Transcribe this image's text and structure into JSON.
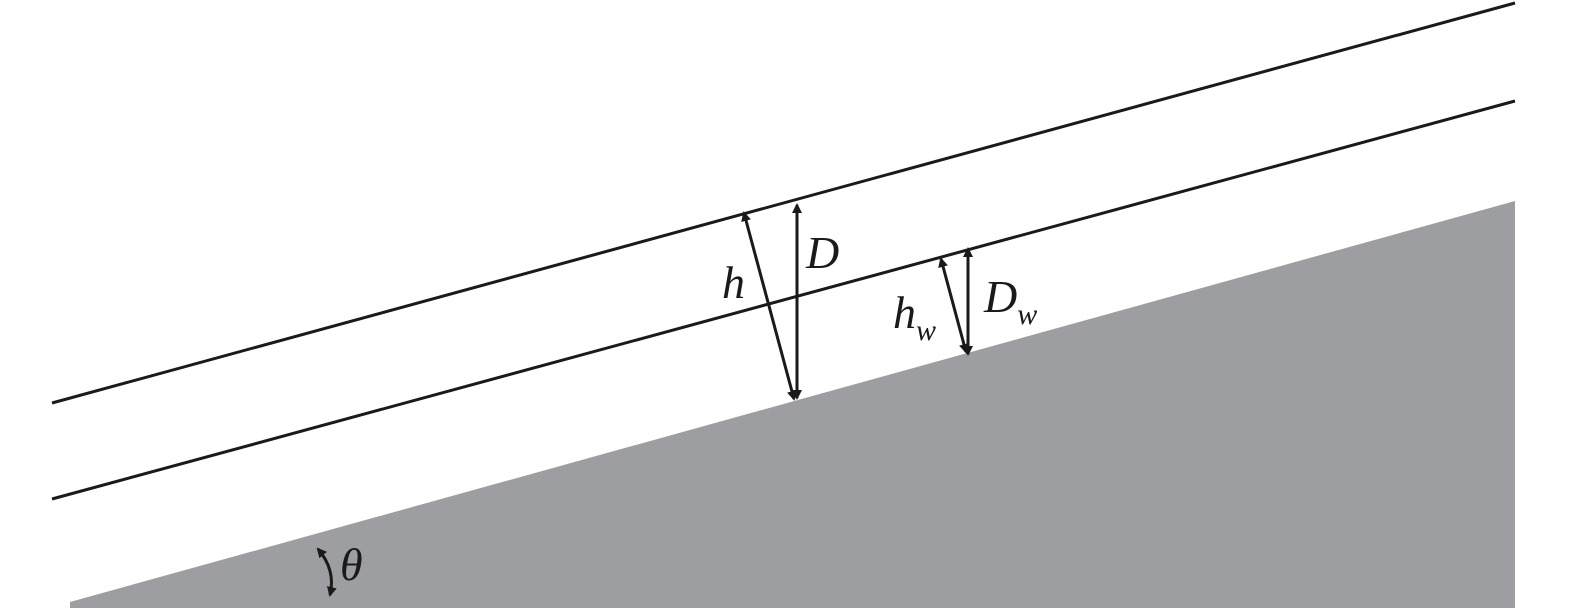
{
  "labels": {
    "h": "h",
    "D": "D",
    "h_w_main": "h",
    "h_w_sub": "w",
    "D_w_main": "D",
    "D_w_sub": "w",
    "theta": "θ"
  },
  "colors": {
    "ground": "#9d9ea1",
    "line": "#1a1a1a",
    "background": "#ffffff"
  }
}
